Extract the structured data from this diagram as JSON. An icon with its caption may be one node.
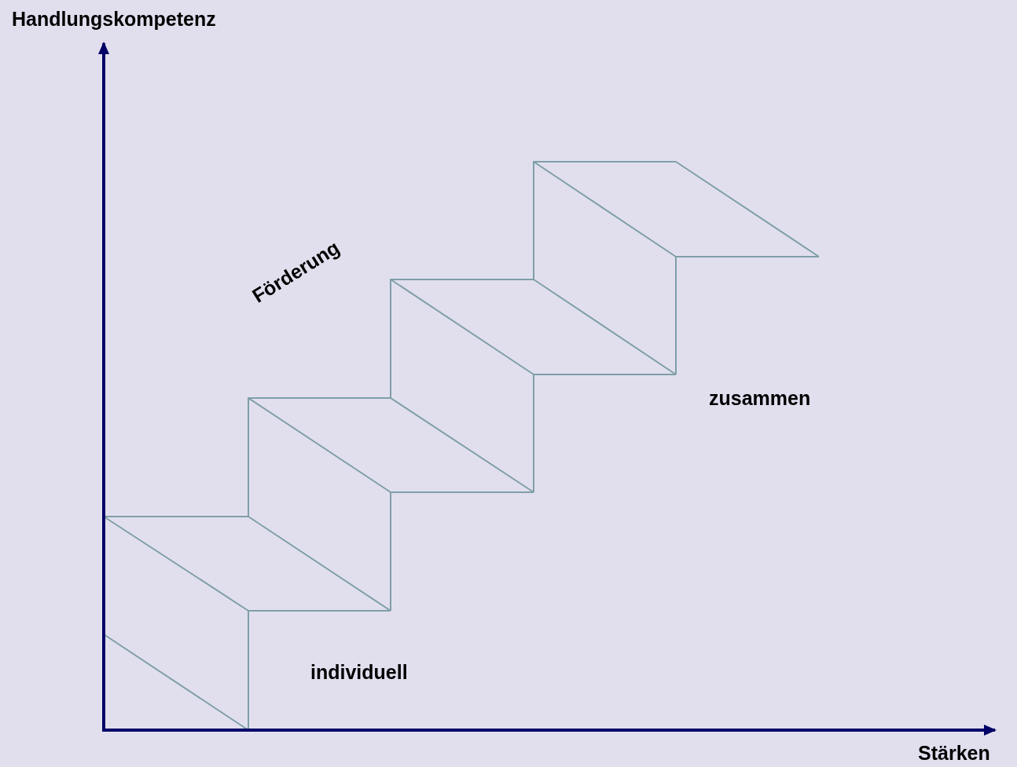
{
  "diagram": {
    "labels": [
      "Handlungskompetenz",
      "Förderung",
      "zusammen",
      "individuell",
      "Stärken"
    ]
  }
}
